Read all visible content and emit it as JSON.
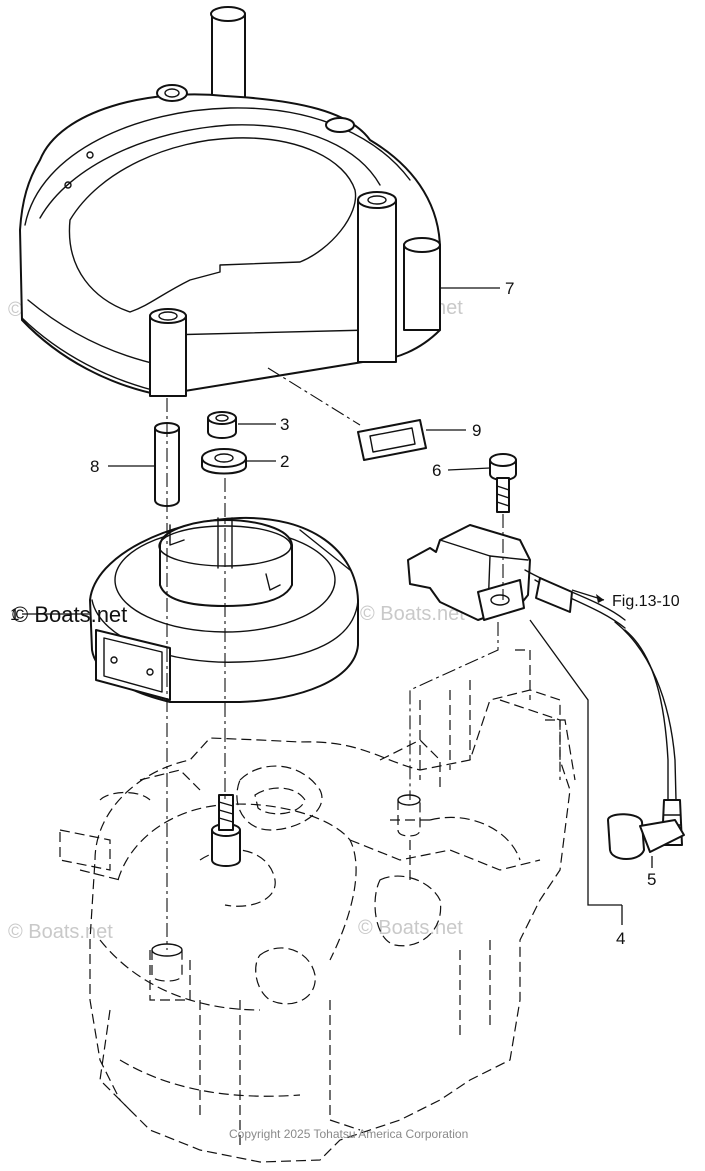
{
  "callouts": {
    "c1": "1",
    "c2": "2",
    "c3": "3",
    "c4": "4",
    "c5": "5",
    "c6": "6",
    "c7": "7",
    "c8": "8",
    "c9": "9"
  },
  "figure_reference": "Fig.13-10",
  "watermark": "© Boats.net",
  "copyright": "Copyright 2025 Tohatsu America Corporation"
}
